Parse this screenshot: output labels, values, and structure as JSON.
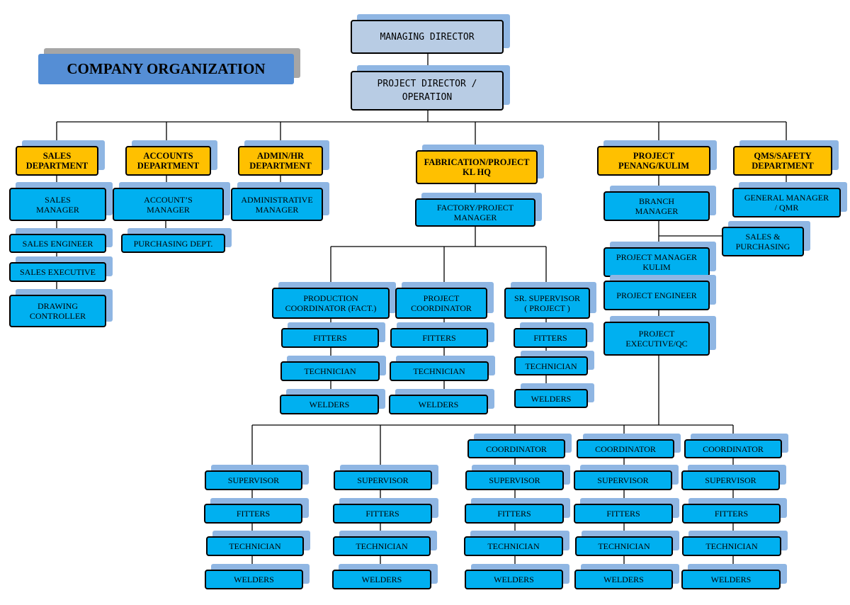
{
  "title": "COMPANY ORGANIZATION",
  "colors": {
    "staff": "#00b0f0",
    "department": "#ffc000",
    "executive": "#b8cce4",
    "title_bg": "#558ed5",
    "shadow": "#8fb6e3"
  },
  "nodes": {
    "md": "MANAGING DIRECTOR",
    "pd": "PROJECT DIRECTOR /\nOPERATION",
    "d_sales": "SALES\nDEPARTMENT",
    "d_acc": "ACCOUNTS\nDEPARTMENT",
    "d_admin": "ADMIN/HR\nDEPARTMENT",
    "d_fab": "FABRICATION/PROJECT\nKL HQ",
    "d_pen": "PROJECT\nPENANG/KULIM",
    "d_qms": "QMS/SAFETY\nDEPARTMENT",
    "sales_mgr": "SALES\nMANAGER",
    "sales_eng": "SALES ENGINEER",
    "sales_exec": "SALES EXECUTIVE",
    "drawing": "DRAWING\nCONTROLLER",
    "acc_mgr": "ACCOUNT’S\nMANAGER",
    "purchasing": "PURCHASING DEPT.",
    "admin_mgr": "ADMINISTRATIVE\nMANAGER",
    "factory_mgr": "FACTORY/PROJECT\nMANAGER",
    "prod_coord": "PRODUCTION\nCOORDINATOR (FACT.)",
    "proj_coord": "PROJECT\nCOORDINATOR",
    "sr_sup": "SR. SUPERVISOR\n( PROJECT )",
    "branch_mgr": "BRANCH\nMANAGER",
    "sales_purch": "SALES &\nPURCHASING",
    "pm_kulim": "PROJECT MANAGER\nKULIM",
    "proj_eng": "PROJECT ENGINEER",
    "proj_exec": "PROJECT\nEXECUTIVE/QC",
    "gm_qmr": "GENERAL MANAGER\n/ QMR"
  },
  "roles": {
    "fitters": "FITTERS",
    "technician": "TECHNICIAN",
    "welders": "WELDERS",
    "supervisor": "SUPERVISOR",
    "coordinator": "COORDINATOR"
  }
}
